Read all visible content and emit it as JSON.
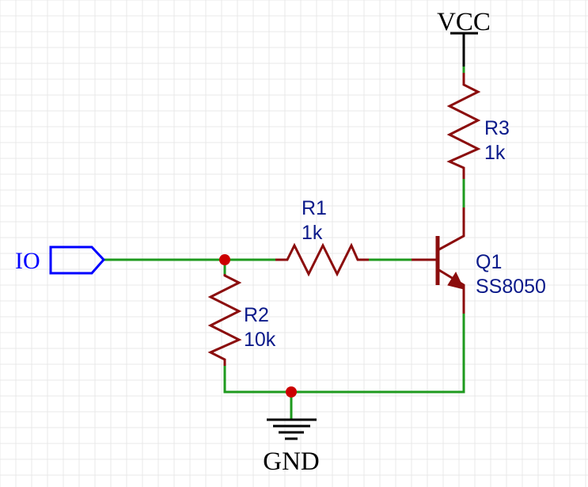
{
  "power": {
    "vcc_label": "VCC",
    "gnd_label": "GND"
  },
  "port": {
    "label": "IO"
  },
  "components": {
    "r1": {
      "ref": "R1",
      "value": "1k"
    },
    "r2": {
      "ref": "R2",
      "value": "10k"
    },
    "r3": {
      "ref": "R3",
      "value": "1k"
    },
    "q1": {
      "ref": "Q1",
      "value": "SS8050"
    }
  },
  "colors": {
    "wire": "#1e9a1e",
    "component": "#8b0d0d",
    "label": "#0b1a8a",
    "port": "#0000ff",
    "junction": "#cc0000"
  }
}
